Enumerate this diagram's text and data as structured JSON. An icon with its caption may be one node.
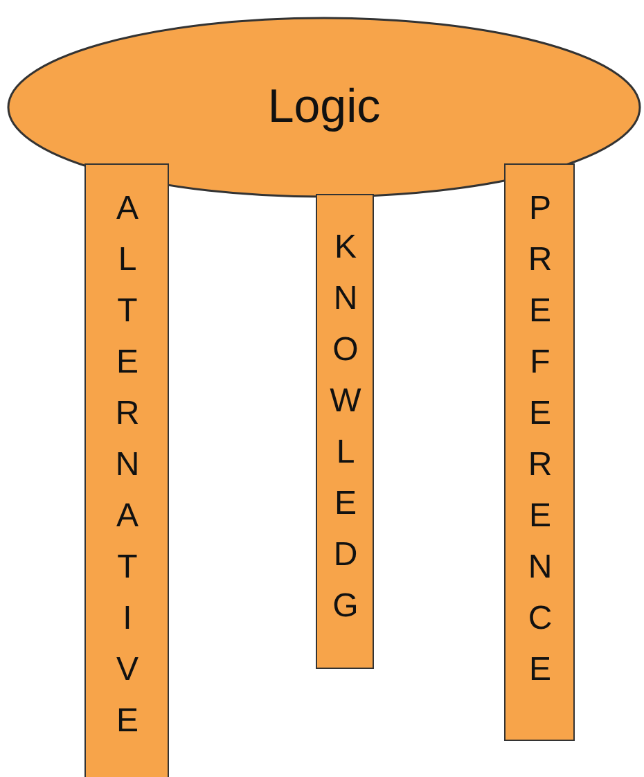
{
  "diagram": {
    "nodes": [
      {
        "text": [
          "Logic"
        ]
      },
      {
        "text": [
          "ALTERNATIVE"
        ]
      },
      {
        "text": [
          "KNOWLEDG"
        ]
      },
      {
        "text": [
          "PREFERENCE"
        ]
      }
    ]
  }
}
